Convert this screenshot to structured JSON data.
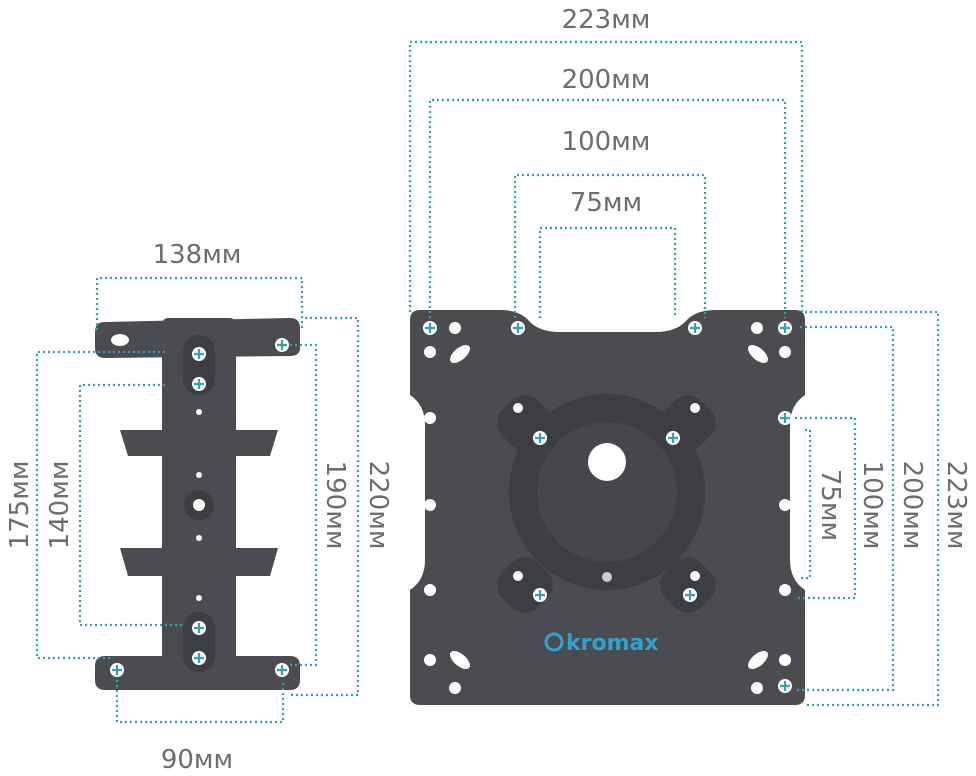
{
  "colors": {
    "dimension_line": "#2fa3b3",
    "plate": "#4a4c50",
    "label": "#6b6d70",
    "brand": "#2fa3d0"
  },
  "left_bracket": {
    "width_top": "138мм",
    "width_bottom": "90мм",
    "height_outer_left": "175мм",
    "height_inner_left": "140мм",
    "height_inner_right": "190мм",
    "height_outer_right": "220мм"
  },
  "right_plate": {
    "top": [
      "223мм",
      "200мм",
      "100мм",
      "75мм"
    ],
    "side": [
      "75мм",
      "100мм",
      "200мм",
      "223мм"
    ],
    "brand": "kromax"
  }
}
